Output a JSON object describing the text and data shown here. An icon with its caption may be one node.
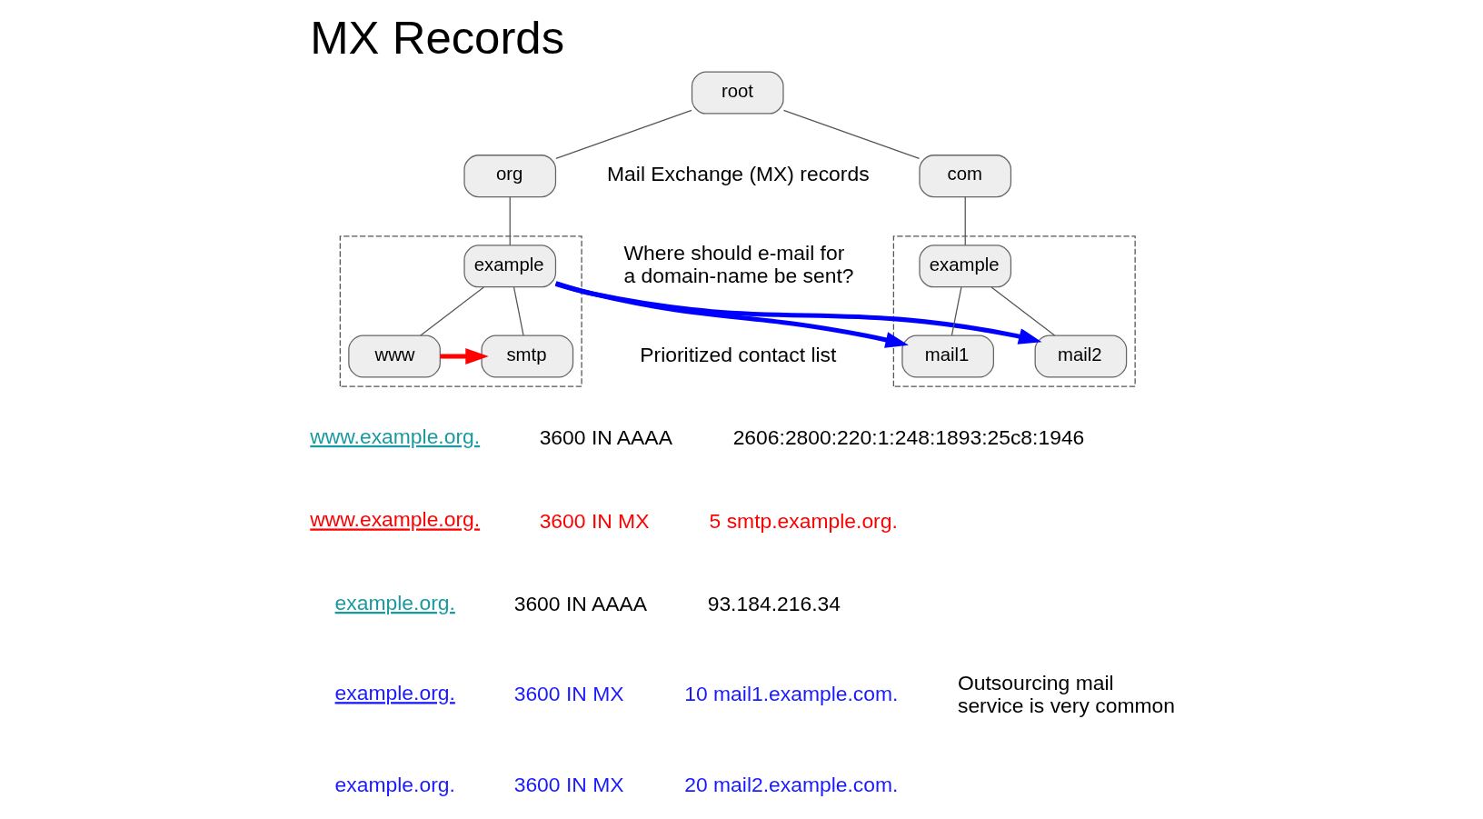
{
  "diagram": {
    "title": "MX Records",
    "nodes": [
      {
        "text": [
          "root"
        ]
      },
      {
        "text": [
          "org"
        ]
      },
      {
        "text": [
          "com"
        ]
      },
      {
        "text": [],
        "shape": "box"
      },
      {
        "text": [
          "example"
        ],
        "in": 3
      },
      {
        "text": [
          "www"
        ],
        "in": 3
      },
      {
        "text": [
          "smtp"
        ],
        "in": 3
      },
      {
        "text": [],
        "shape": "box"
      },
      {
        "text": [
          "example"
        ],
        "in": 7
      },
      {
        "text": [
          "mail1"
        ],
        "in": 7
      },
      {
        "text": [
          "mail2"
        ],
        "in": 7
      }
    ],
    "edges": [
      {
        "from": 0,
        "to": 1,
        "arrow": "none"
      },
      {
        "from": 0,
        "to": 2,
        "arrow": "none"
      },
      {
        "from": 1,
        "to": 4,
        "arrow": "none"
      },
      {
        "from": 2,
        "to": 8,
        "arrow": "none"
      },
      {
        "from": 4,
        "to": 5,
        "arrow": "none"
      },
      {
        "from": 4,
        "to": 6,
        "arrow": "none"
      },
      {
        "from": 8,
        "to": 9,
        "arrow": "none"
      },
      {
        "from": 8,
        "to": 10,
        "arrow": "none"
      },
      {
        "from": 5,
        "to": 6,
        "arrow": "to",
        "style": "thick",
        "color": "#ff0000"
      },
      {
        "from": 4,
        "to": 9,
        "arrow": "to",
        "style": "thick",
        "color": "#0000ff"
      },
      {
        "from": 4,
        "to": 10,
        "arrow": "to",
        "style": "thick",
        "color": "#0000ff"
      }
    ],
    "labels": [
      "Mail Exchange (MX) records",
      "Where should e-mail for a domain-name be sent?",
      "Prioritized contact list",
      "www.example.org.",
      "3600 IN AAAA",
      "2606:2800:220:1:248:1893:25c8:1946",
      "www.example.org.",
      "3600 IN MX",
      "5 smtp.example.org.",
      "example.org.",
      "3600 IN AAAA",
      "93.184.216.34",
      "example.org.",
      "3600 IN MX",
      "10 mail1.example.com.",
      "example.org.",
      "3600 IN MX",
      "20 mail2.example.com.",
      "Outsourcing mail service is very common"
    ]
  }
}
